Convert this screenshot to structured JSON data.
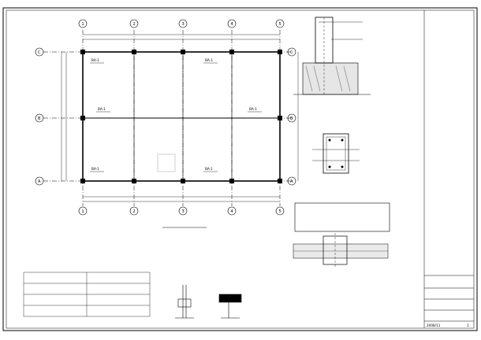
{
  "title_block": {
    "drawing_title": "",
    "drawing_no": "",
    "scale": "",
    "date": "2008/11",
    "sheet": "1"
  },
  "plan": {
    "title": "",
    "axis_numbers": [
      "1",
      "2",
      "3",
      "4",
      "5"
    ],
    "axis_letters": [
      "C",
      "B",
      "A"
    ],
    "overall_dim_top": "",
    "overall_dim_bottom": "",
    "side_dim_left": "",
    "side_dim_right": "",
    "member_tag": "BA-1"
  },
  "notes": {
    "heading": "",
    "paragraph_1": "",
    "paragraph_2": "",
    "lines": [
      "",
      "",
      "",
      "",
      "",
      "",
      "",
      ""
    ],
    "cell_items": [
      "",
      "",
      "",
      "",
      "",
      "",
      "",
      "",
      ""
    ],
    "construction_lines": [
      "",
      "",
      "",
      "",
      "",
      ""
    ],
    "section_caption": ""
  },
  "detail_top": {
    "caption": ""
  },
  "detail_mid": {
    "caption": ""
  },
  "spec_box": {
    "title": "",
    "lines": [
      "",
      "",
      "",
      "",
      ""
    ]
  },
  "detail_bottom": {
    "caption": ""
  },
  "explanation": {
    "heading": "",
    "lines": [
      "",
      "",
      "",
      "",
      "",
      "",
      ""
    ]
  },
  "watermark": ""
}
